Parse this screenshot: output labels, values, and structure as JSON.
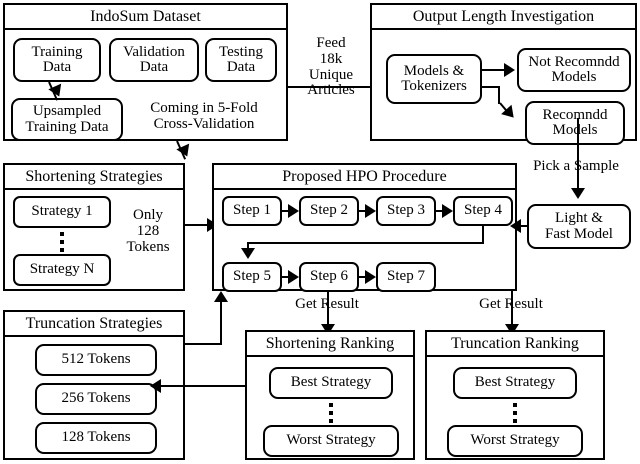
{
  "diagram": {
    "title": "Research pipeline flowchart",
    "panels": {
      "dataset": {
        "title": "IndoSum Dataset",
        "training": "Training\nData",
        "validation": "Validation\nData",
        "testing": "Testing\nData",
        "upsampled": "Upsampled\nTraining Data",
        "note": "Coming in 5-Fold\nCross-Validation"
      },
      "output_length": {
        "title": "Output Length Investigation",
        "models": "Models &\nTokenizers",
        "not_recommended": "Not Recomndd\nModels",
        "recommended": "Recomndd\nModels"
      },
      "shortening": {
        "title": "Shortening Strategies",
        "first": "Strategy 1",
        "last": "Strategy N",
        "note": "Only\n128\nTokens"
      },
      "hpo": {
        "title": "Proposed HPO Procedure",
        "steps_row1": [
          "Step 1",
          "Step 2",
          "Step 3",
          "Step 4"
        ],
        "steps_row2": [
          "Step 5",
          "Step 6",
          "Step 7"
        ]
      },
      "truncation": {
        "title": "Truncation Strategies",
        "items": [
          "512 Tokens",
          "256 Tokens",
          "128 Tokens"
        ]
      },
      "shortening_ranking": {
        "title": "Shortening Ranking",
        "best": "Best Strategy",
        "worst": "Worst Strategy"
      },
      "truncation_ranking": {
        "title": "Truncation Ranking",
        "best": "Best Strategy",
        "worst": "Worst Strategy"
      }
    },
    "nodes": {
      "light_fast_model": "Light &\nFast Model"
    },
    "edge_labels": {
      "feed": "Feed\n18k\nUnique\nArticles",
      "pick_sample": "Pick a Sample",
      "get_result_left": "Get Result",
      "get_result_right": "Get Result"
    },
    "colors": {
      "stroke": "#000000",
      "background": "#ffffff"
    }
  }
}
